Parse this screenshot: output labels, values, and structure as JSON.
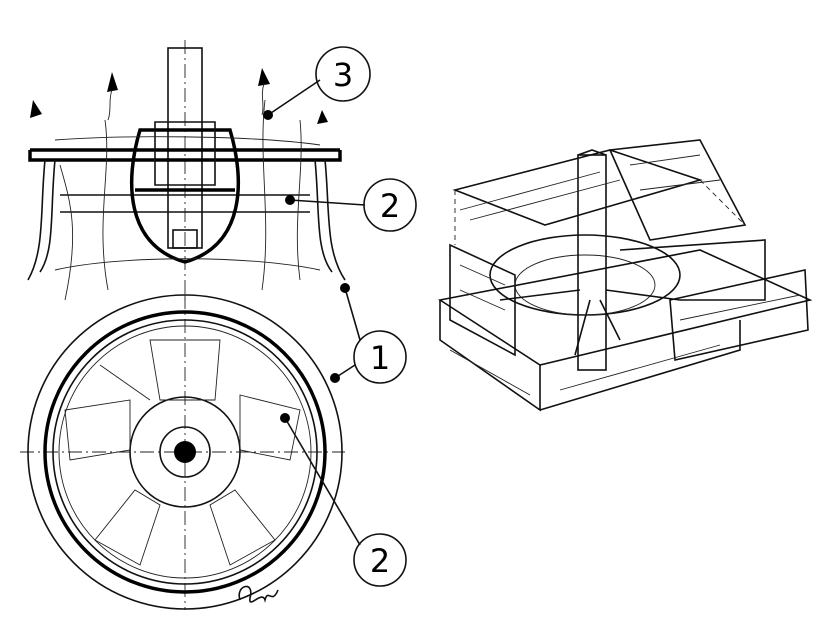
{
  "figure": {
    "callouts": [
      {
        "id": "3",
        "label": "3"
      },
      {
        "id": "2a",
        "label": "2"
      },
      {
        "id": "1",
        "label": "1"
      },
      {
        "id": "2b",
        "label": "2"
      }
    ],
    "signature": "signature",
    "colors": {
      "ink": "#000000",
      "paper": "#ffffff"
    }
  }
}
